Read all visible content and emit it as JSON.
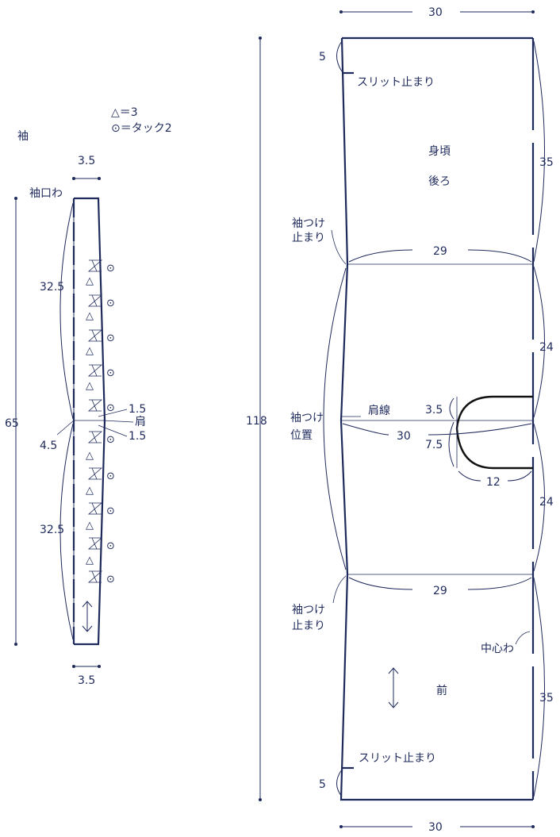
{
  "sleeve": {
    "title": "袖",
    "legend_triangle": "△＝3",
    "legend_dot": "⊙＝タック2",
    "top_width": "3.5",
    "cuff_fold": "袖口わ",
    "upper_length": "32.5",
    "lower_length": "32.5",
    "total_length": "65",
    "mid_offset": "4.5",
    "shoulder_top": "1.5",
    "shoulder_label": "肩",
    "shoulder_bottom": "1.5",
    "bottom_width": "3.5",
    "triangle_mark": "△",
    "dot_mark": "⊙",
    "grain_arrow": "↕"
  },
  "body": {
    "top_width": "30",
    "bottom_width": "30",
    "total_length": "118",
    "slit_top_len": "5",
    "slit_top_label": "スリット止まり",
    "back_label_1": "身頃",
    "back_label_2": "後ろ",
    "back_side_len": "35",
    "sleeve_stop_top": [
      "袖つけ",
      "止まり"
    ],
    "back_width": "29",
    "upper_half": "24",
    "sleeve_pos": [
      "袖つけ",
      "位置"
    ],
    "shoulder_line": "肩線",
    "neck_depth_back": "3.5",
    "shoulder_width": "30",
    "neck_depth_front": "7.5",
    "neck_width": "12",
    "lower_half": "24",
    "front_width": "29",
    "sleeve_stop_bottom": [
      "袖つけ",
      "止まり"
    ],
    "center_fold": "中心わ",
    "front_label": "前",
    "front_side_len": "35",
    "slit_bottom_label": "スリット止まり",
    "slit_bottom_len": "5"
  }
}
